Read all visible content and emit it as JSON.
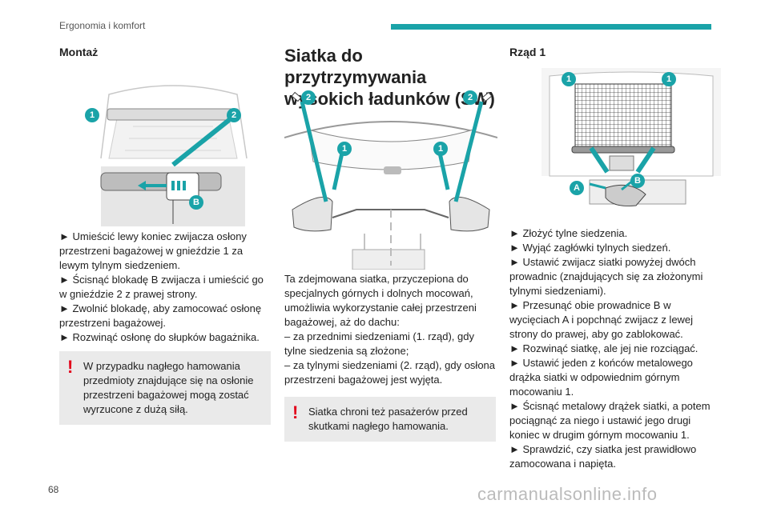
{
  "header": {
    "section": "Ergonomia i komfort"
  },
  "col1": {
    "heading": "Montaż",
    "callouts": {
      "one": "1",
      "two": "2",
      "b": "B"
    },
    "steps": [
      "► Umieścić lewy koniec zwijacza osłony przestrzeni bagażowej w gnieździe 1 za lewym tylnym siedzeniem.",
      "► Ścisnąć blokadę B zwijacza i umieścić go w gnieździe 2 z prawej strony.",
      "► Zwolnić blokadę, aby zamocować osłonę przestrzeni bagażowej.",
      "► Rozwinąć osłonę do słupków bagażnika."
    ],
    "warning": "W przypadku nagłego hamowania przedmioty znajdujące się na osłonie przestrzeni bagażowej mogą zostać wyrzucone z dużą siłą."
  },
  "col2": {
    "heading": "Siatka do przytrzymywania wysokich ładunków (SW)",
    "callouts": {
      "one": "1",
      "two": "2"
    },
    "body": [
      "Ta zdejmowana siatka, przyczepiona do specjalnych górnych i dolnych mocowań, umożliwia wykorzystanie całej przestrzeni bagażowej, aż do dachu:",
      "– za przednimi siedzeniami (1. rząd), gdy tylne siedzenia są złożone;",
      "– za tylnymi siedzeniami (2. rząd), gdy osłona przestrzeni bagażowej jest wyjęta."
    ],
    "warning": "Siatka chroni też pasażerów przed skutkami nagłego hamowania."
  },
  "col3": {
    "heading": "Rząd 1",
    "callouts": {
      "one": "1",
      "a": "A",
      "b": "B"
    },
    "steps": [
      "► Złożyć tylne siedzenia.",
      "► Wyjąć zagłówki tylnych siedzeń.",
      "► Ustawić zwijacz siatki powyżej dwóch prowadnic (znajdujących się za złożonymi tylnymi siedzeniami).",
      "► Przesunąć obie prowadnice B w wycięciach A i popchnąć zwijacz z lewej strony do prawej, aby go zablokować.",
      "► Rozwinąć siatkę, ale jej nie rozciągać.",
      "► Ustawić jeden z końców metalowego drążka siatki w odpowiednim górnym mocowaniu 1.",
      "► Ścisnąć metalowy drążek siatki, a potem pociągnąć za niego i ustawić jego drugi koniec w drugim górnym mocowaniu 1.",
      "► Sprawdzić, czy siatka jest prawidłowo zamocowana i napięta."
    ]
  },
  "footer": {
    "page_number": "68",
    "watermark": "carmanualsonline.info"
  },
  "colors": {
    "accent": "#1aa3a8",
    "warning_mark": "#e2001a",
    "warning_bg": "#eaeaea"
  }
}
